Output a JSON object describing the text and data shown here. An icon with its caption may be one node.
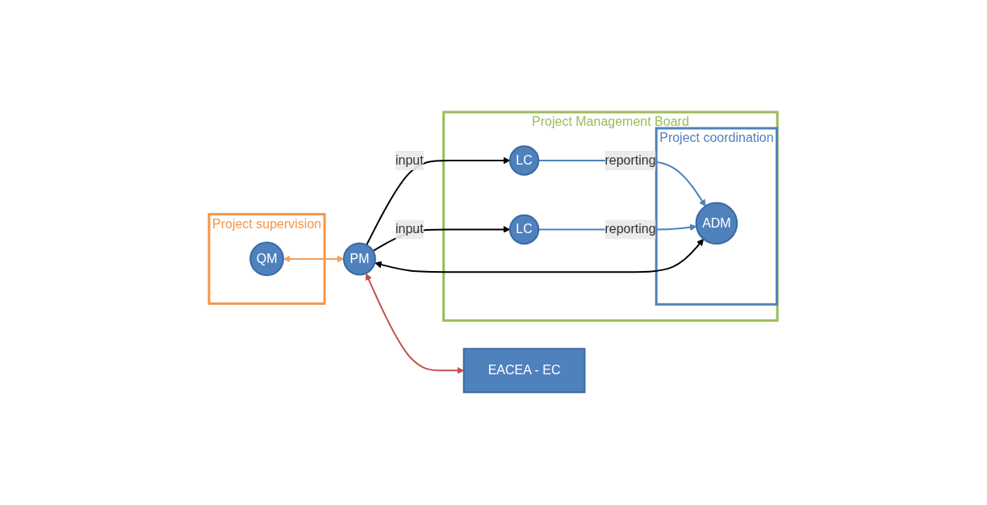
{
  "diagram": {
    "nodes": [
      {
        "text": [
          "Project supervision"
        ]
      },
      {
        "text": [
          "QM"
        ],
        "in": 0
      },
      {
        "text": [
          "EACEA - EC"
        ]
      },
      {
        "text": [
          "Project Management Board"
        ]
      },
      {
        "text": [
          "Project coordination"
        ],
        "in": 3
      },
      {
        "text": [
          "PM"
        ]
      },
      {
        "text": [
          "LC"
        ],
        "in": 3
      },
      {
        "text": [
          "ADM"
        ],
        "in": 4
      },
      {
        "text": [
          "LC"
        ],
        "in": 3
      }
    ],
    "edges": [
      {
        "from": 1,
        "to": 5,
        "arrow": "both",
        "color": "#f0a060"
      },
      {
        "from": 5,
        "to": 2,
        "arrow": "both",
        "color": "#c0504d"
      },
      {
        "from": 5,
        "to": 6,
        "arrow": "to",
        "label": "input"
      },
      {
        "from": 5,
        "to": 8,
        "arrow": "to",
        "label": "input"
      },
      {
        "from": 6,
        "to": 7,
        "arrow": "to",
        "label": "reporting",
        "color": "#4f81bd"
      },
      {
        "from": 8,
        "to": 7,
        "arrow": "to",
        "label": "reporting",
        "color": "#4f81bd"
      },
      {
        "from": 5,
        "to": 7,
        "arrow": "both"
      }
    ]
  }
}
